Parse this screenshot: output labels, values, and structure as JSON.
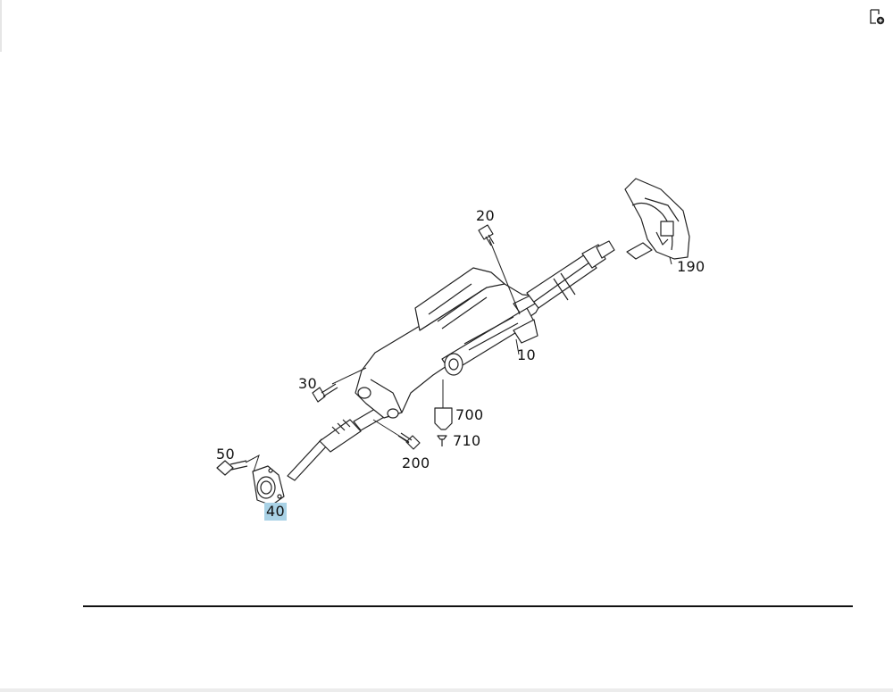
{
  "diagram": {
    "callouts": [
      {
        "id": "20",
        "label": "20"
      },
      {
        "id": "190",
        "label": "190"
      },
      {
        "id": "10",
        "label": "10"
      },
      {
        "id": "30",
        "label": "30"
      },
      {
        "id": "700",
        "label": "700"
      },
      {
        "id": "710",
        "label": "710"
      },
      {
        "id": "200",
        "label": "200"
      },
      {
        "id": "50",
        "label": "50"
      },
      {
        "id": "40",
        "label": "40",
        "selected": true
      }
    ],
    "highlight_color": "#a9d2e6",
    "icons": {
      "corner": "page-settings-icon"
    }
  }
}
